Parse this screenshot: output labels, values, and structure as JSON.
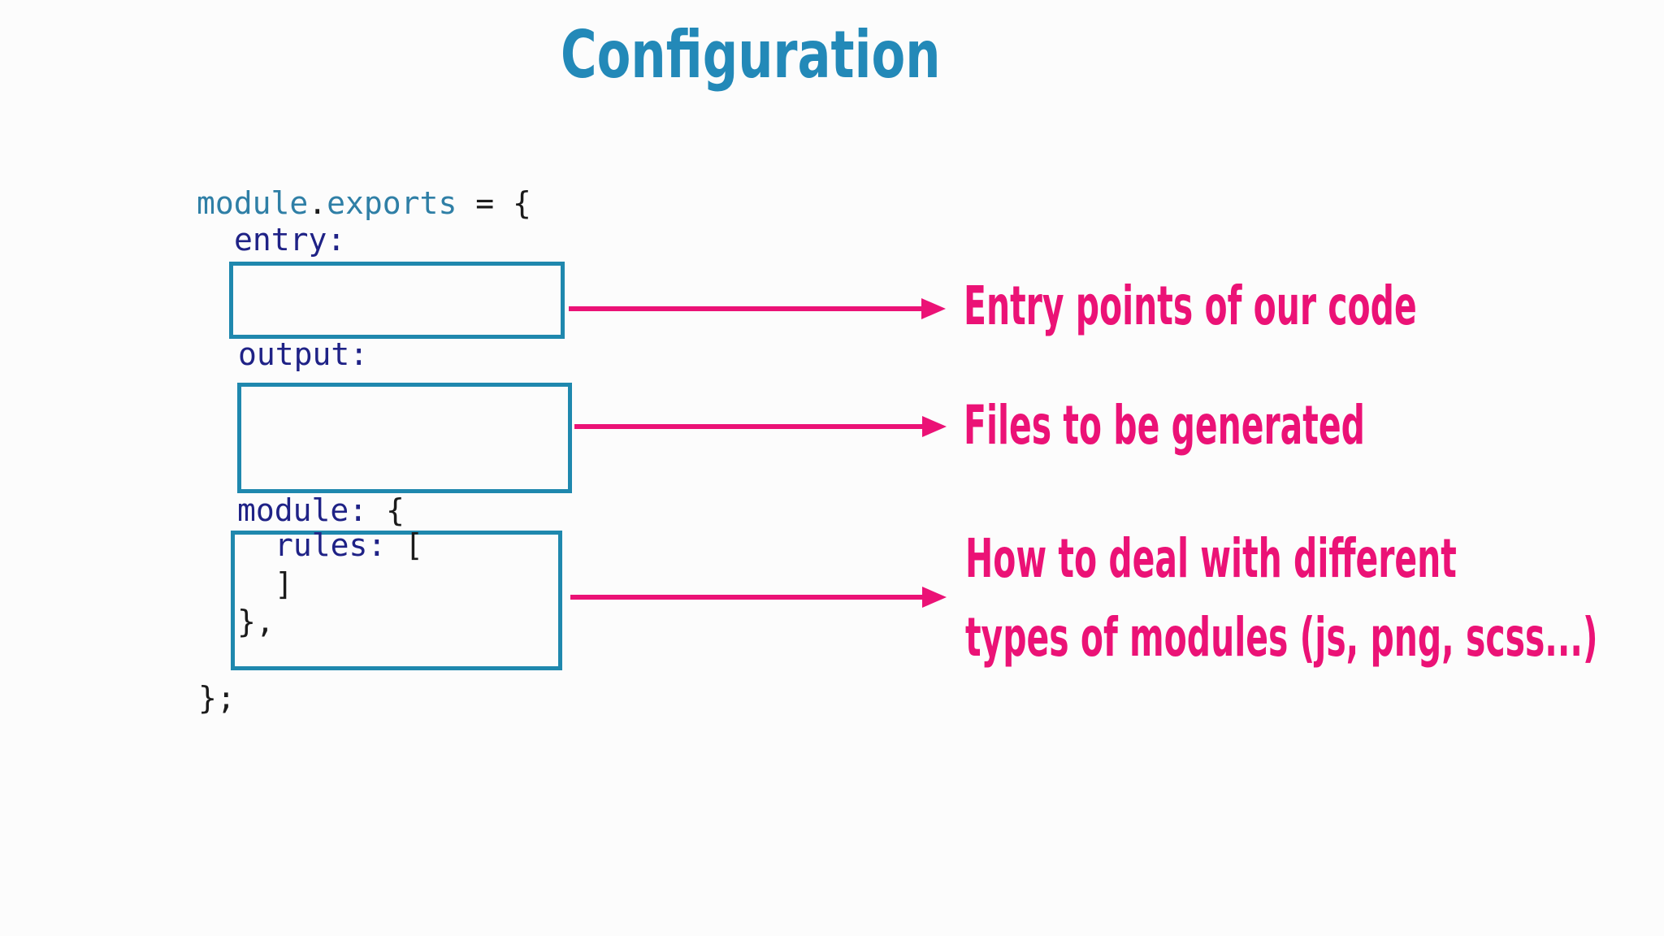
{
  "title": "Configuration",
  "code": {
    "object_name": "module",
    "dot": ".",
    "property": "exports",
    "assignment": " = {",
    "entry_key": "entry:",
    "output_key": "output:",
    "module_key": "module:",
    "module_open_brace": " {",
    "rules_key": "rules:",
    "rules_open_bracket": " [",
    "rules_close_bracket": "]",
    "module_close_brace": "},",
    "exports_close": "};"
  },
  "annotations": [
    {
      "target": "entry",
      "label": "Entry points of our code"
    },
    {
      "target": "output",
      "label": "Files to be generated"
    },
    {
      "target": "module",
      "label_line1": "How to deal with different",
      "label_line2": "types of modules (js, png, scss...)"
    }
  ],
  "colors": {
    "background": "#FCFCFC",
    "title_teal": "#2389B8",
    "code_teal": "#2F7FA6",
    "keyword_navy": "#1F2286",
    "box_border_teal": "#1F88AE",
    "accent_pink": "#EB1276",
    "code_black": "#1B1B1B"
  }
}
